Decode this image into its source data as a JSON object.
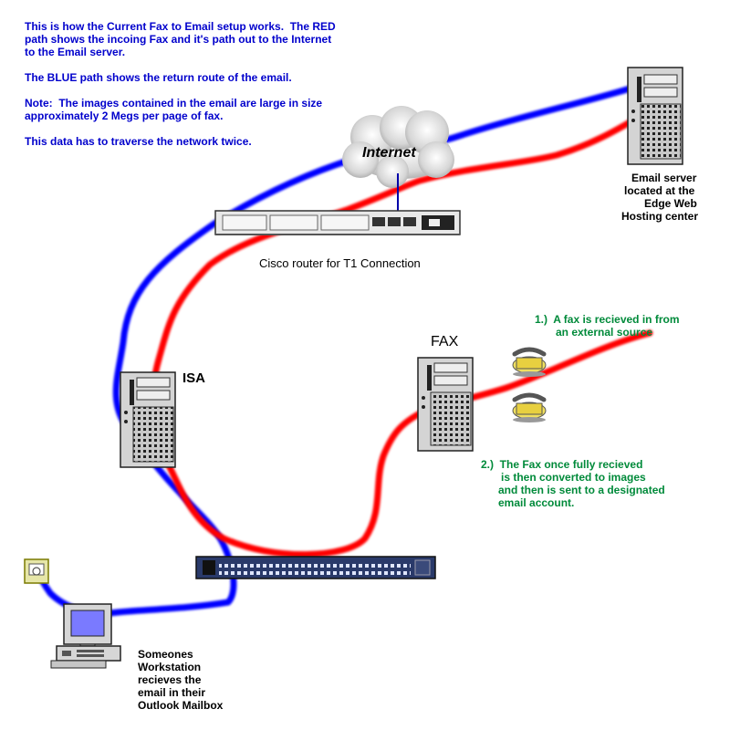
{
  "intro": {
    "line1": "This is how the Current Fax to Email setup works.  The RED",
    "line2": "path shows the incoing Fax and it's path out to the Internet",
    "line3": "to the Email server.",
    "line4": "The BLUE path shows the return route of the email.",
    "line5": "Note:  The images contained in the email are large in size",
    "line6": "approximately 2 Megs per page of fax.",
    "line7": "This data has to traverse the network twice."
  },
  "labels": {
    "internet": "Internet",
    "router": "Cisco router for T1 Connection",
    "email_server": [
      "Email server",
      "located at the",
      "Edge Web",
      "Hosting center"
    ],
    "isa": "ISA",
    "fax": "FAX",
    "workstation": [
      "Someones",
      "Workstation",
      "recieves the",
      "email in their",
      "Outlook Mailbox"
    ]
  },
  "steps": {
    "step1": [
      "1.)  A fax is recieved in from",
      "an external source"
    ],
    "step2": [
      "2.)  The Fax once fully recieved",
      "is then converted to images",
      "and then is sent to a designated",
      "email account."
    ]
  },
  "colors": {
    "red_path": "#ff0000",
    "blue_path": "#0000ff",
    "intro_text": "#0000cc",
    "step_text": "#008a3a"
  }
}
